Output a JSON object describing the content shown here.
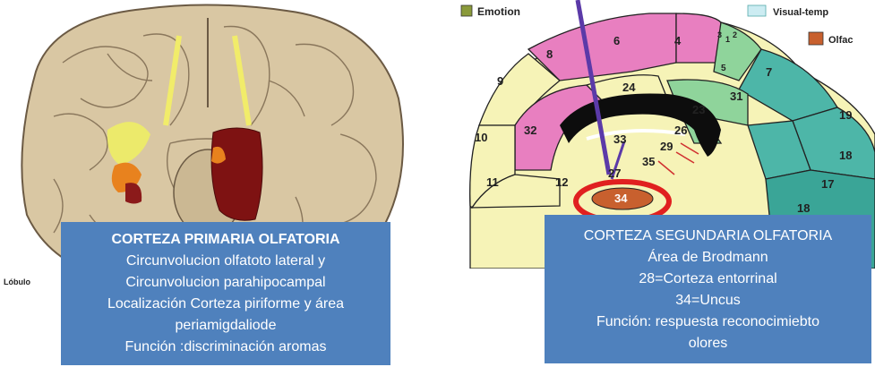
{
  "left_figure": {
    "label": "Lóbulo",
    "caption_lines": [
      "CORTEZA PRIMARIA OLFATORIA",
      "Circunvolucion olfatoto lateral y",
      "Circunvolucion parahipocampal",
      "Localización Corteza piriforme y área",
      "periamigdaliode",
      "Función :discriminación aromas"
    ]
  },
  "right_figure": {
    "legend": {
      "emotion": "Emotion",
      "visual": "Visual-temp",
      "olfac": "Olfac"
    },
    "area_labels": [
      "6",
      "4",
      "8",
      "3",
      "1",
      "2",
      "5",
      "7",
      "9",
      "24",
      "31",
      "32",
      "23",
      "19",
      "10",
      "33",
      "26",
      "29",
      "18",
      "35",
      "27",
      "11",
      "12",
      "34",
      "17",
      "18"
    ],
    "colors": {
      "emotion": "#8a9a3a",
      "visual": "#ccecf2",
      "olfac": "#c8602e",
      "pink": "#e87fc0",
      "yellow": "#f6f3b7",
      "teal": "#4db6a8",
      "green": "#8fd49b",
      "red_circle": "#e02020"
    },
    "caption_lines": [
      "CORTEZA  SEGUNDARIA OLFATORIA",
      "Área de Brodmann",
      "28=Corteza entorrinal",
      "34=Uncus",
      "Función: respuesta reconocimiebto",
      "olores"
    ]
  }
}
